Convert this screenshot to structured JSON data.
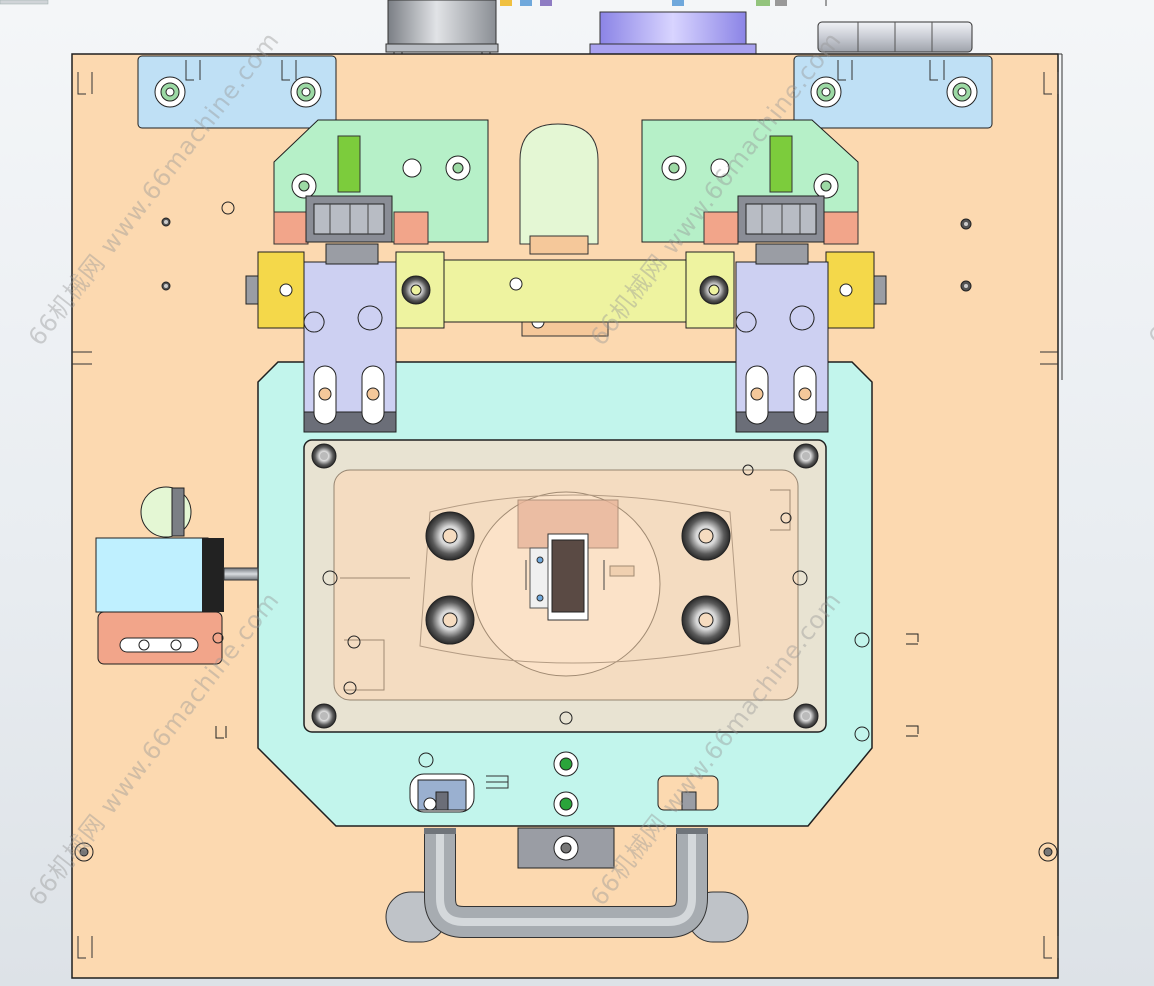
{
  "window": {
    "kind": "cad-drawing-viewport"
  },
  "watermarks": [
    {
      "text": "66机械网 www.66machine.com"
    },
    {
      "text": "66机械网 www.66machine.com"
    },
    {
      "text": "66机械网 www.66machine.com"
    },
    {
      "text": "66机械网 www.66machine.com"
    },
    {
      "text": "66机械网 www.66machine.com"
    }
  ],
  "toolbar": {
    "icons": [
      "view-orient-icon",
      "section-view-icon",
      "display-style-icon",
      "hide-show-icon",
      "appearance-icon",
      "scene-icon"
    ]
  },
  "colors": {
    "base_plate": "#fcd9b0",
    "clamp_blocks": "#bfe0f5",
    "slider_green": "#b6f0c8",
    "cavity_plate": "#c2f5ec",
    "insert_plate": "#e8e3d2",
    "yellow_bar": "#eef3a0",
    "yellow_blocks": "#f4d84a",
    "lavender_clamps": "#cdd0f2",
    "copper": "#f2a58a",
    "dark_grey": "#6b6e78",
    "handle_grey": "#9aa0a6",
    "outline": "#1f1f1f"
  }
}
